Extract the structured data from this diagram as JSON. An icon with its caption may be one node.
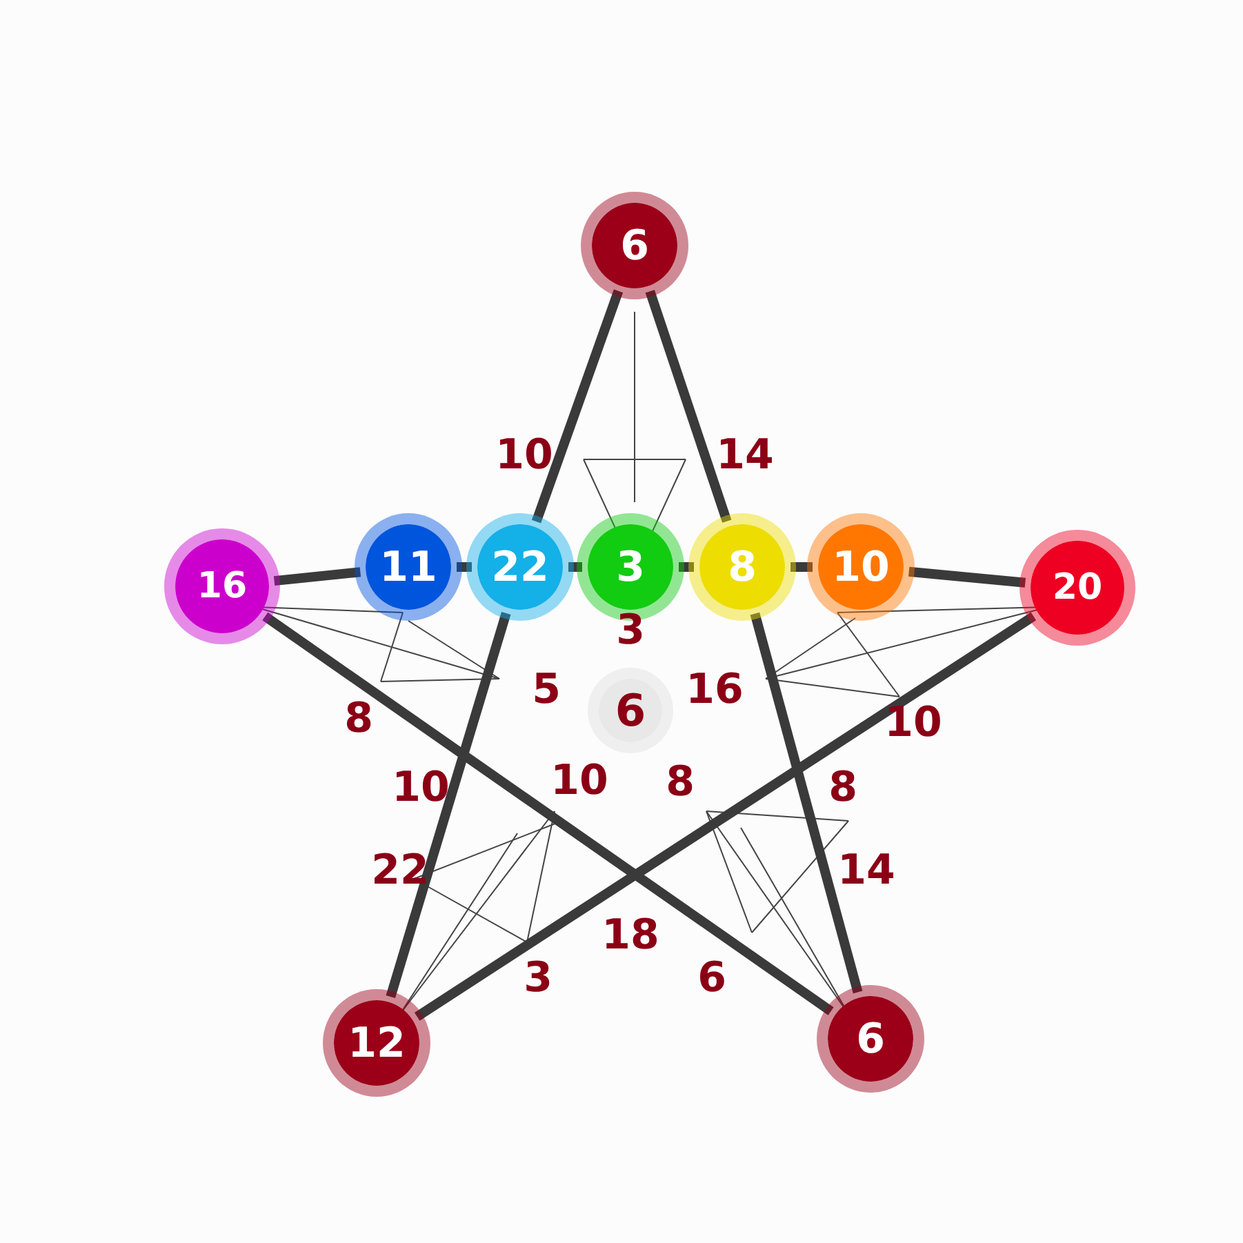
{
  "diagram": {
    "nodes": [
      {
        "text": [
          "6"
        ]
      },
      {
        "text": [
          "16"
        ]
      },
      {
        "text": [
          "11"
        ]
      },
      {
        "text": [
          "22"
        ]
      },
      {
        "text": [
          "3"
        ]
      },
      {
        "text": [
          "8"
        ]
      },
      {
        "text": [
          "10"
        ]
      },
      {
        "text": [
          "20"
        ]
      },
      {
        "text": [
          "12"
        ]
      },
      {
        "text": [
          "6"
        ]
      },
      {
        "text": [
          "6"
        ]
      }
    ],
    "edges": [
      {
        "from": 1,
        "to": 2,
        "arrow": "none"
      },
      {
        "from": 2,
        "to": 3,
        "arrow": "none"
      },
      {
        "from": 3,
        "to": 4,
        "arrow": "none"
      },
      {
        "from": 4,
        "to": 5,
        "arrow": "none"
      },
      {
        "from": 5,
        "to": 6,
        "arrow": "none"
      },
      {
        "from": 6,
        "to": 7,
        "arrow": "none"
      },
      {
        "from": 0,
        "to": 3,
        "arrow": "none"
      },
      {
        "from": 3,
        "to": 8,
        "arrow": "none"
      },
      {
        "from": 0,
        "to": 5,
        "arrow": "none"
      },
      {
        "from": 5,
        "to": 9,
        "arrow": "none"
      },
      {
        "from": 1,
        "to": 9,
        "arrow": "none"
      },
      {
        "from": 7,
        "to": 8,
        "arrow": "none"
      }
    ],
    "labels": [
      "10",
      "14",
      "3",
      "5",
      "16",
      "8",
      "10",
      "10",
      "10",
      "8",
      "8",
      "22",
      "14",
      "18",
      "3",
      "6"
    ]
  }
}
